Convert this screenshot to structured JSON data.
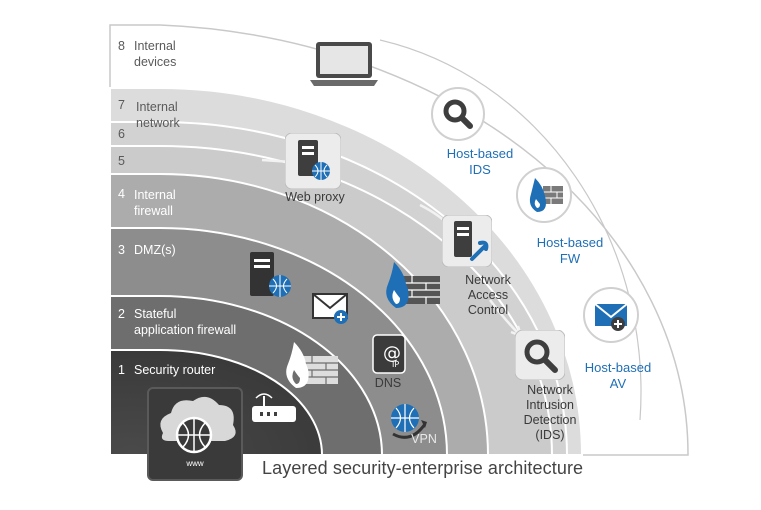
{
  "title": "Layered security-enterprise architecture",
  "layers": [
    {
      "number": "8",
      "label": "Internal\ndevices"
    },
    {
      "number": "7",
      "label": "Internal\nnetwork"
    },
    {
      "number": "6",
      "label": ""
    },
    {
      "number": "5",
      "label": ""
    },
    {
      "number": "4",
      "label": "Internal\nfirewall"
    },
    {
      "number": "3",
      "label": "DMZ(s)"
    },
    {
      "number": "2",
      "label": "Stateful\napplication firewall"
    },
    {
      "number": "1",
      "label": "Security router"
    }
  ],
  "components": {
    "web_proxy": "Web proxy",
    "nac": "Network\nAccess\nControl",
    "nids": "Network\nIntrusion\nDetection\n(IDS)",
    "dns": "DNS",
    "vpn": "VPN",
    "www": "www"
  },
  "host_based": {
    "ids": "Host-based\nIDS",
    "fw": "Host-based\nFW",
    "av": "Host-based\nAV"
  },
  "colors": {
    "host_based_text": "#1f6fb6",
    "icon_blue": "#1f6fb6",
    "ring_1": "#3f3f3f",
    "ring_2": "#6c6c6c",
    "ring_3": "#8b8b8b",
    "ring_4": "#aaaaaa",
    "ring_5_7": "#d4d4d4",
    "ring_8": "#ffffff"
  }
}
